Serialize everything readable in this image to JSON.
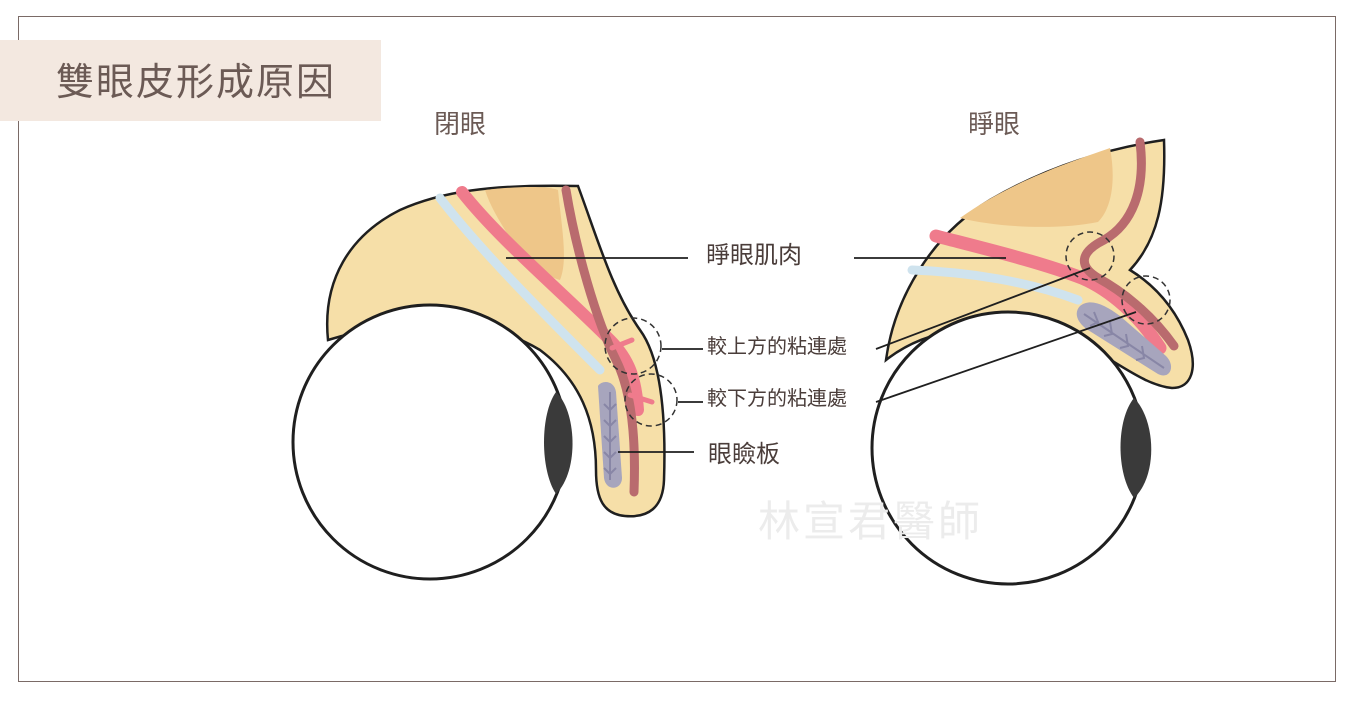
{
  "title": "雙眼皮形成原因",
  "headings": {
    "closed": "閉眼",
    "open": "睜眼"
  },
  "labels": {
    "levator": "睜眼肌肉",
    "upper_attachment": "較上方的粘連處",
    "lower_attachment": "較下方的粘連處",
    "tarsus": "眼瞼板"
  },
  "watermark": "林宣君醫師",
  "colors": {
    "title_background": "#f3e8e0",
    "frame": "#7a6a66",
    "skin": "#f6dfa8",
    "fat": "#eec689",
    "muscle_pink": "#ef7b8c",
    "levator_brown": "#b96b6e",
    "septum_blue": "#cfe3ee",
    "tarsus_gray": "#a7a5bd",
    "pupil": "#3a3a3a"
  }
}
